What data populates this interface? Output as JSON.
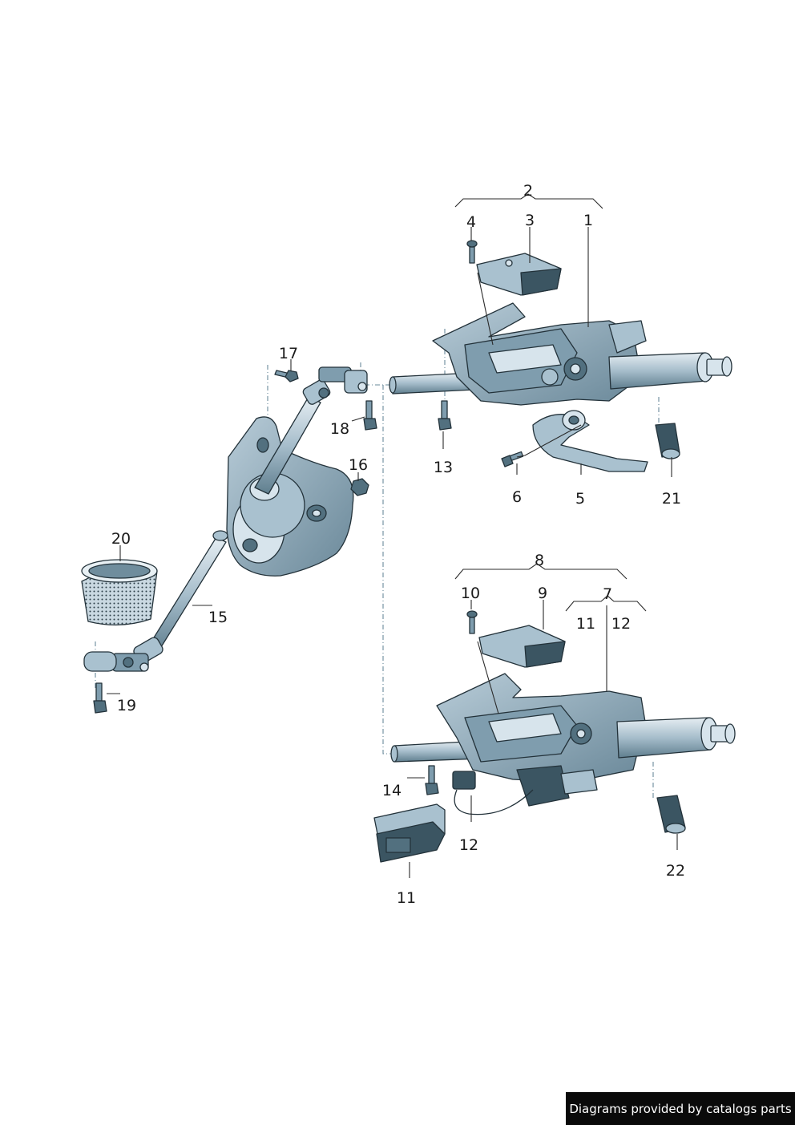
{
  "callouts": {
    "c1": "1",
    "c2": "2",
    "c3": "3",
    "c4": "4",
    "c5": "5",
    "c6": "6",
    "c7": "7",
    "c7_11": "11",
    "c7_12": "12",
    "c8": "8",
    "c9": "9",
    "c10": "10",
    "c11": "11",
    "c12": "12",
    "c13": "13",
    "c14": "14",
    "c15": "15",
    "c16": "16",
    "c17": "17",
    "c18": "18",
    "c19": "19",
    "c20": "20",
    "c21": "21",
    "c22": "22"
  },
  "footer": {
    "text": "Diagrams provided by catalogs parts"
  }
}
